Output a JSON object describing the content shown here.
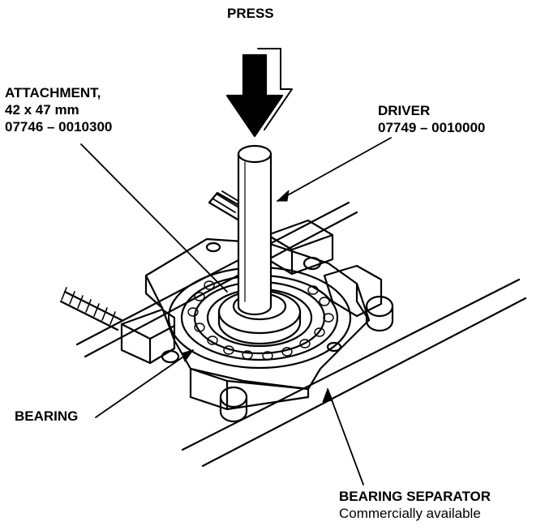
{
  "labels": {
    "press": "PRESS",
    "attachment": {
      "line1": "ATTACHMENT,",
      "line2": "42 x 47 mm",
      "line3": "07746 – 0010300"
    },
    "driver": {
      "line1": "DRIVER",
      "line2": "07749 – 0010000"
    },
    "bearing": "BEARING",
    "separator": {
      "line1": "BEARING SEPARATOR",
      "line2": "Commercially available"
    }
  },
  "colors": {
    "ink": "#000000",
    "paper": "#ffffff"
  }
}
